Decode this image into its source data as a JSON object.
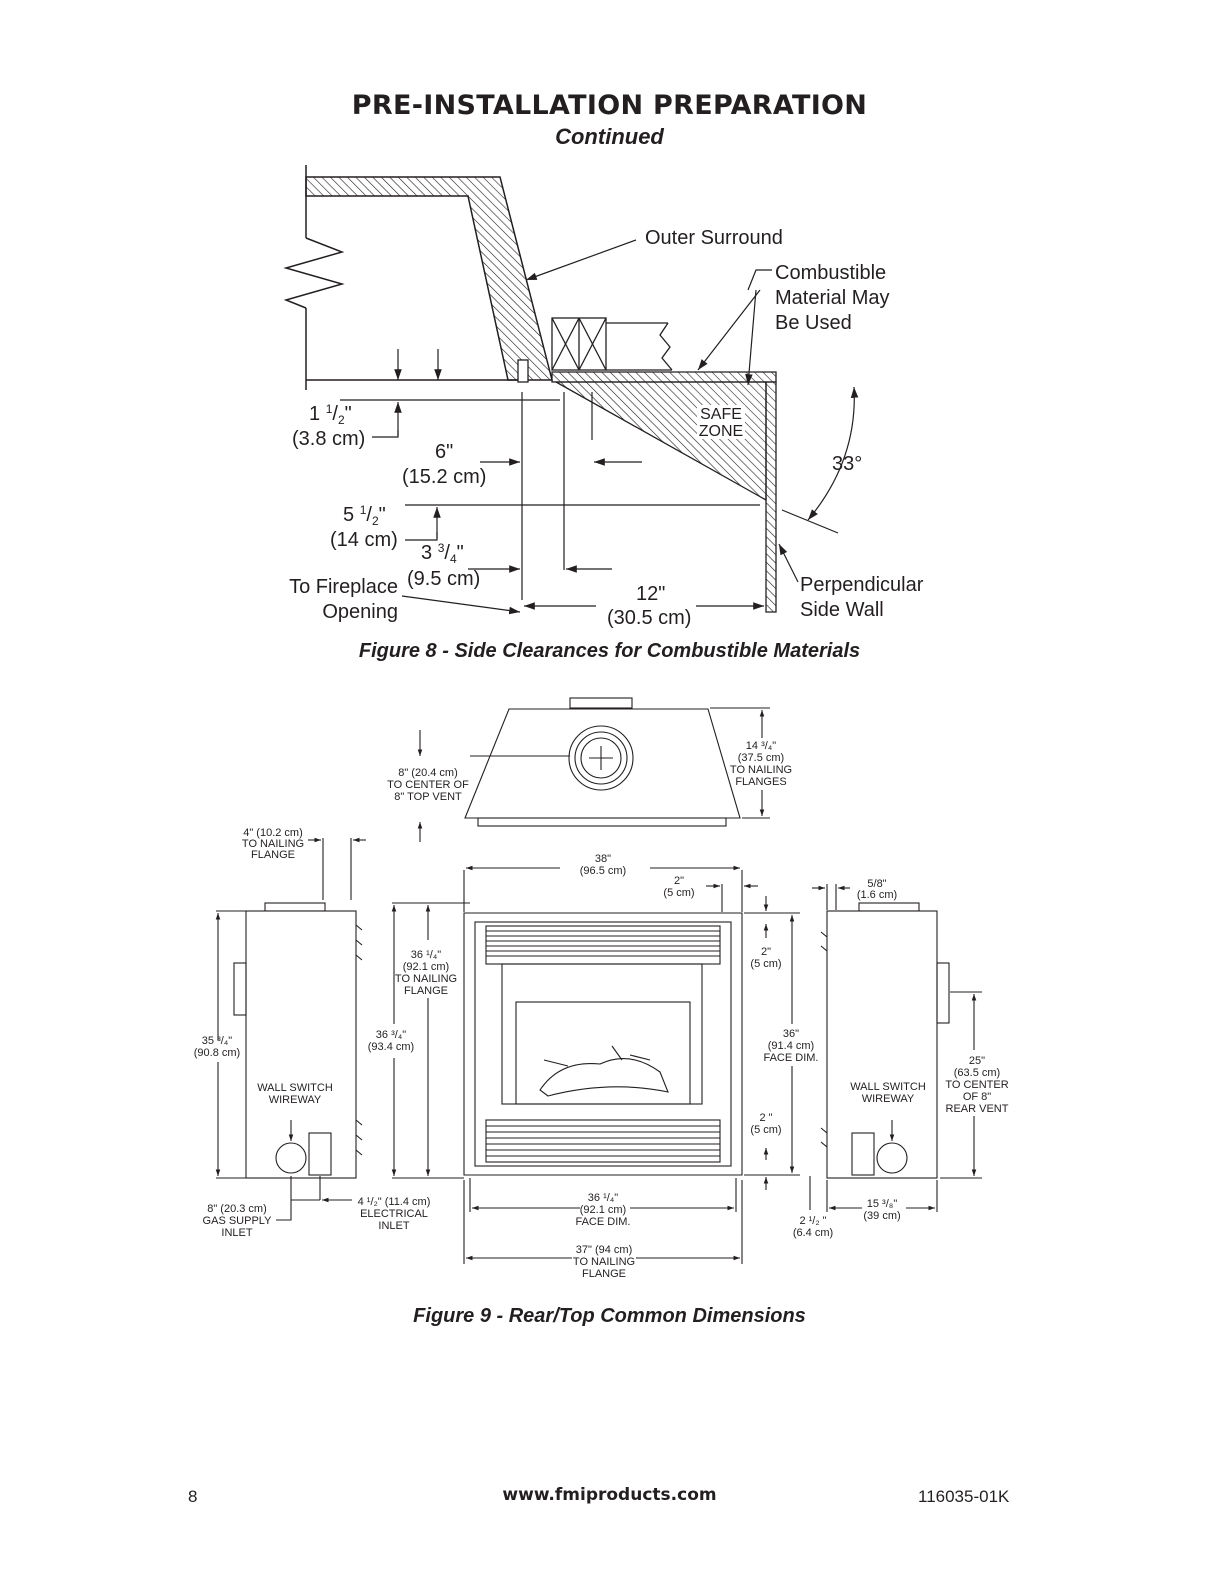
{
  "header": {
    "title": "PRE-INSTALLATION PREPARATION",
    "subtitle": "Continued"
  },
  "figure8": {
    "caption": "Figure 8 - Side Clearances for Combustible Materials",
    "labels": {
      "outer_surround": "Outer Surround",
      "combustible_1": "Combustible",
      "combustible_2": "Material May",
      "combustible_3": "Be Used",
      "safe_1": "SAFE",
      "safe_2": "ZONE",
      "angle": "33°",
      "perp_1": "Perpendicular",
      "perp_2": "Side Wall",
      "fp_1": "To Fireplace",
      "fp_2": "Opening",
      "d1_whole": "1 ",
      "d1_num": "1",
      "d1_den": "2",
      "d1_unit": "\"",
      "d1_cm": "(3.8 cm)",
      "d2_in": "6\"",
      "d2_cm": "(15.2 cm)",
      "d3_whole": "5 ",
      "d3_num": "1",
      "d3_den": "2",
      "d3_unit": "\"",
      "d3_cm": "(14 cm)",
      "d4_whole": "3 ",
      "d4_num": "3",
      "d4_den": "4",
      "d4_unit": "\"",
      "d4_cm": "(9.5 cm)",
      "d5_in": "12\"",
      "d5_cm": "(30.5 cm)"
    }
  },
  "figure9": {
    "caption": "Figure 9 - Rear/Top Common Dimensions",
    "labels": {
      "top_vent_1": "8\" (20.4 cm)",
      "top_vent_2": "TO CENTER OF",
      "top_vent_3": "8\"  TOP VENT",
      "flange_h_1": "14 ³/₄\"",
      "flange_h_2": "(37.5 cm)",
      "flange_h_3": "TO NAILING",
      "flange_h_4": "FLANGES",
      "nail4_1": "4\" (10.2 cm)",
      "nail4_2": "TO NAILING",
      "nail4_3": "FLANGE",
      "w38_1": "38\"",
      "w38_2": "(96.5 cm)",
      "d2a_1": "2\"",
      "d2a_2": "(5 cm)",
      "d58_1": "5/8\"",
      "d58_2": "(1.6 cm)",
      "h3534_1": "35 ³/₄\"",
      "h3534_2": "(90.8 cm)",
      "h3614_1": "36 ¹/₄\"",
      "h3614_2": "(92.1 cm)",
      "h3614_3": "TO NAILING",
      "h3614_4": "FLANGE",
      "h3634_1": "36 ³/₄\"",
      "h3634_2": "(93.4 cm)",
      "d2b_1": "2\"",
      "d2b_2": "(5 cm)",
      "h36_1": "36\"",
      "h36_2": "(91.4 cm)",
      "h36_3": "FACE DIM.",
      "d2c_1": "2 \"",
      "d2c_2": "(5 cm)",
      "r25_1": "25\"",
      "r25_2": "(63.5 cm)",
      "r25_3": "TO CENTER",
      "r25_4": "OF 8\"",
      "r25_5": "REAR VENT",
      "ws_1": "WALL SWITCH",
      "ws_2": "WIREWAY",
      "gas_1": "8\" (20.3 cm)",
      "gas_2": "GAS SUPPLY",
      "gas_3": "INLET",
      "elec_1": "4 ¹/₂\" (11.4 cm)",
      "elec_2": "ELECTRICAL",
      "elec_3": "INLET",
      "fw_1": "36 ¹/₄\"",
      "fw_2": "(92.1 cm)",
      "fw_3": "FACE DIM.",
      "d212_1": "2 ¹/₂ \"",
      "d212_2": "(6.4 cm)",
      "d1538_1": "15 ³/₈\"",
      "d1538_2": "(39 cm)",
      "nf37_1": "37\" (94 cm)",
      "nf37_2": "TO NAILING",
      "nf37_3": "FLANGE"
    }
  },
  "footer": {
    "page_number": "8",
    "url": "www.fmiproducts.com",
    "doc_number": "116035-01K"
  }
}
